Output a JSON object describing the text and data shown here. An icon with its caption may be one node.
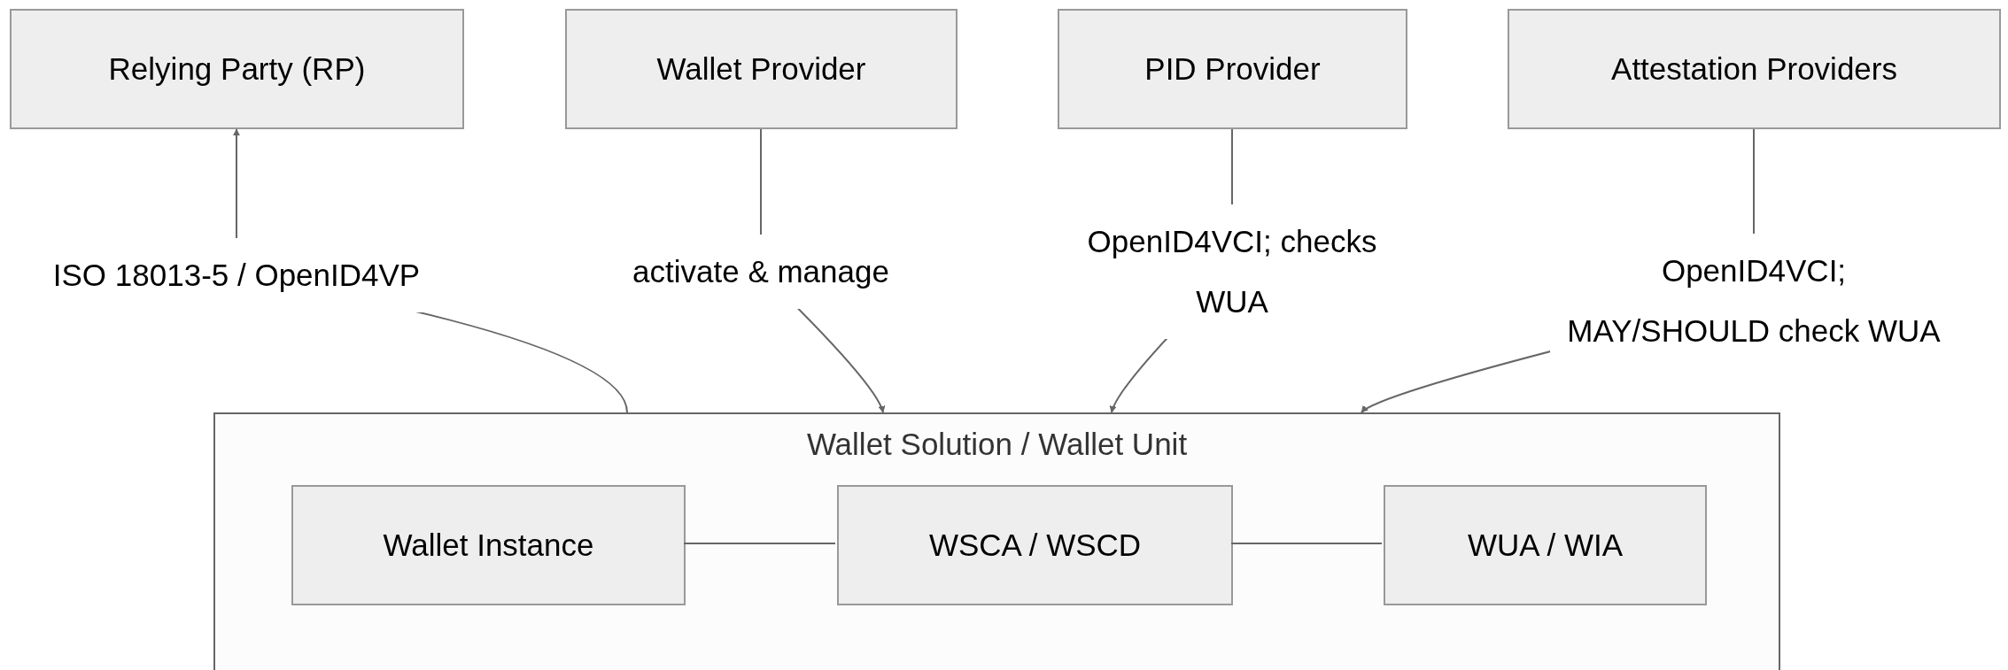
{
  "diagram": {
    "nodes": [
      {
        "text": [
          "Relying Party (RP)"
        ]
      },
      {
        "text": [
          "Wallet Provider"
        ]
      },
      {
        "text": [
          "PID Provider"
        ]
      },
      {
        "text": [
          "Attestation Providers"
        ]
      },
      {
        "text": [
          "Wallet Solution / Wallet Unit"
        ]
      },
      {
        "text": [
          "Wallet Instance"
        ],
        "in": 4
      },
      {
        "text": [
          "WSCA / WSCD"
        ],
        "in": 4
      },
      {
        "text": [
          "WUA / WIA"
        ],
        "in": 4
      }
    ],
    "edges": [
      {
        "from": 4,
        "to": 0,
        "arrow": "to",
        "label": "ISO 18013-5 / OpenID4VP"
      },
      {
        "from": 1,
        "to": 4,
        "arrow": "to",
        "label": "activate & manage"
      },
      {
        "from": 2,
        "to": 4,
        "arrow": "to",
        "label": "OpenID4VCI; checks WUA"
      },
      {
        "from": 3,
        "to": 4,
        "arrow": "to",
        "label": "OpenID4VCI; MAY/SHOULD check WUA"
      },
      {
        "from": 5,
        "to": 6,
        "arrow": "none"
      },
      {
        "from": 6,
        "to": 7,
        "arrow": "none"
      }
    ]
  }
}
